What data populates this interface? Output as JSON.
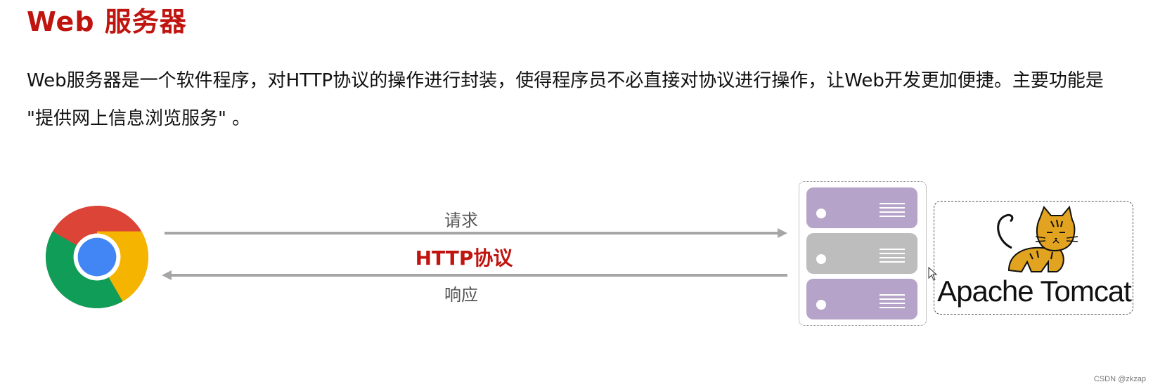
{
  "title": "Web 服务器",
  "description": "Web服务器是一个软件程序，对HTTP协议的操作进行封装，使得程序员不必直接对协议进行操作，让Web开发更加便捷。主要功能是 \"提供网上信息浏览服务\" 。",
  "diagram": {
    "request_label": "请求",
    "protocol_label": "HTTP协议",
    "response_label": "响应",
    "client_icon": "chrome-browser-icon",
    "server_icon": "server-rack-icon",
    "tomcat_logo_text": "Apache Tomcat"
  },
  "colors": {
    "title": "#c0140f",
    "protocol": "#c0140f",
    "arrow": "#a6a6a6",
    "server_purple": "#b5a3c9",
    "server_gray": "#bdbdbd"
  },
  "watermark": "CSDN @zkzap"
}
